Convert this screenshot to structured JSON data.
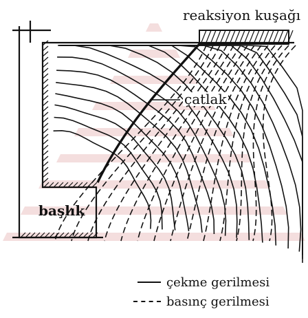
{
  "labels": {
    "reaction_zone": "reaksiyon kuşağı",
    "crack": "çatlak",
    "head": "başlık"
  },
  "legend": {
    "tension": "çekme gerilmesi",
    "compression": "basınç gerilmesi"
  },
  "watermark": {
    "shape": "triangle-stripes",
    "color": "#f4dede"
  },
  "colors": {
    "ink": "#111111"
  }
}
